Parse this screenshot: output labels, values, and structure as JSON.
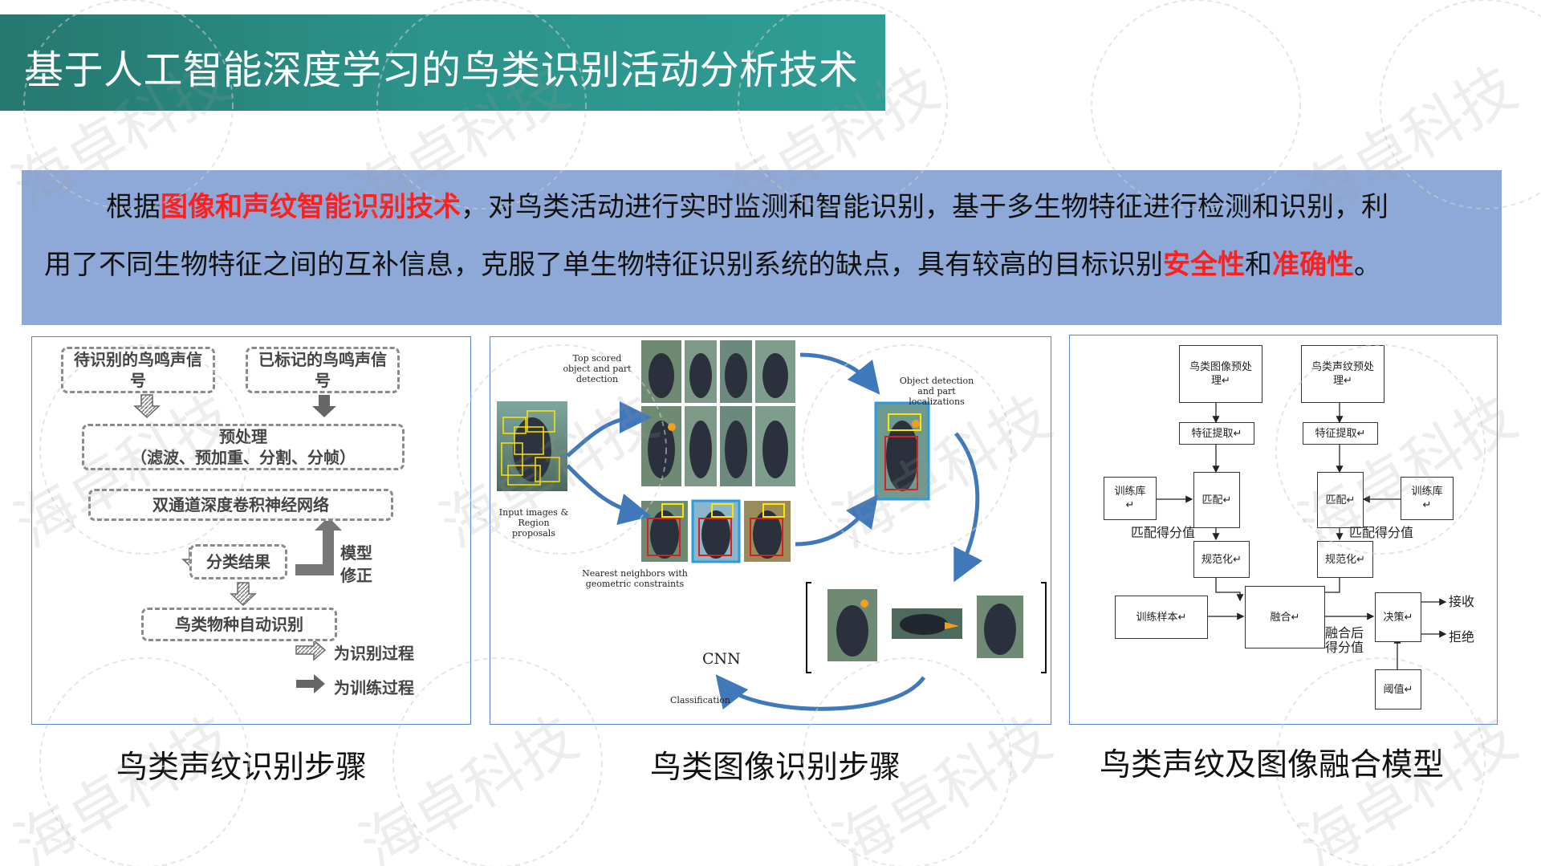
{
  "header": {
    "title": "基于人工智能深度学习的鸟类识别活动分析技术"
  },
  "summary": {
    "line1_a": "根据",
    "line1_em": "图像和声纹智能识别技术",
    "line1_b": "，对鸟类活动进行实时监测和智能识别，基于多生物特征进行检测和识别，利",
    "line2_a": "用了不同生物特征之间的互补信息，克服了单生物特征识别系统的缺点，具有较高的目标识别",
    "line2_em1": "安全性",
    "line2_mid": "和",
    "line2_em2": "准确性",
    "line2_end": "。"
  },
  "watermark": "海卓科技",
  "panel_voice": {
    "caption": "鸟类声纹识别步骤",
    "box_to_identify": "待识别的鸟鸣声信号",
    "box_labeled": "已标记的鸟鸣声信号",
    "box_preprocess_1": "预处理",
    "box_preprocess_2": "（滤波、预加重、分割、分帧）",
    "box_cnn": "双通道深度卷积神经网络",
    "box_result": "分类结果",
    "model_fix_1": "模型",
    "model_fix_2": "修正",
    "box_species": "鸟类物种自动识别",
    "legend_identify": "为识别过程",
    "legend_train": "为训练过程"
  },
  "panel_image": {
    "caption": "鸟类图像识别步骤",
    "top_scored": "Top scored object and part detection",
    "input_images": "Input images & Region proposals",
    "nearest": "Nearest neighbors with geometric constraints",
    "object_detection": "Object detection and part localizations",
    "cnn": "CNN",
    "classification": "Classification"
  },
  "panel_fusion": {
    "caption": "鸟类声纹及图像融合模型",
    "img_pre": "鸟类图像预处理↵",
    "voice_pre": "鸟类声纹预处理↵",
    "feat_left": "特征提取↵",
    "feat_right": "特征提取↵",
    "train_left": "训练库↵",
    "train_right": "训练库↵",
    "match_left": "匹配↵",
    "match_right": "匹配↵",
    "score_left": "匹配得分值",
    "score_right": "匹配得分值",
    "norm_left": "规范化↵",
    "norm_right": "规范化↵",
    "train_samples": "训练样本↵",
    "fusion": "融合↵",
    "decision": "决策↵",
    "fused_score": "融合后得分值",
    "accept": "接收",
    "reject": "拒绝",
    "threshold": "阈值↵"
  }
}
